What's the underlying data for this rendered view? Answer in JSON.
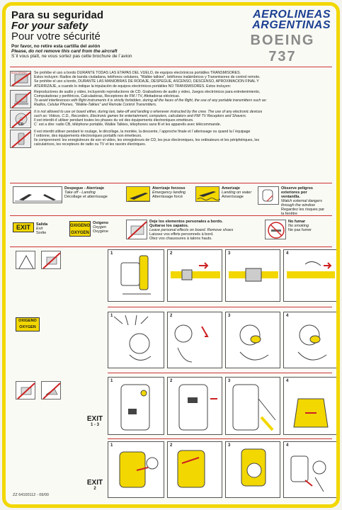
{
  "header": {
    "title_es": "Para su seguridad",
    "title_en": "For your safety",
    "title_fr": "Pour votre sécurité",
    "note_es": "Por favor, no retire esta cartilla del avión",
    "note_en": "Please, do not remove this card from the aircraft",
    "note_fr": "S´il vous plaît, ne vous sortez pas cette brochure de l´avion"
  },
  "brand": {
    "line1": "AEROLINEAS",
    "line2": "ARGENTINAS",
    "model": "BOEING 737"
  },
  "electronics": {
    "es_1": "Se prohibe el uso a bordo DURANTE TODAS LAS ETAPAS DEL VUELO, de equipos electrónicos portátiles TRANSMISORES.",
    "es_1b": "Estos incluyen: Radios de banda ciudadana, teléfonos celulares, \"Walkie talkies\", teléfonos inalámbricos y Transmisores de control remoto.",
    "es_2": "Se prohibe el uso a bordo, DURANTE LAS MANIOBRAS DE RODAJE, DESPEGUE, ASCENSO, DESCENSO, APROXIMACION FINAL Y",
    "es_2b": "ATERRIZAJE, a cuando lo indique la tripulación de equipos electrónicos portátiles NO TRANSMISORES. Estos incluyen:",
    "es_2c": "Reproductores de audio y video, incluyendo reproductores de CD. Grabadores de audio y video, Juegos electrónicos para entretenimiento,",
    "es_2d": "Computadoras y periféricos, Calculadoras, Receptores de FM / TV, Afeitadoras eléctricas.",
    "en_1": "To avoid interferences with flight instruments it is strictly forbidden, during all the faces of the flight, the use of any portable transmitters such as:",
    "en_1b": "Radios, Celular Phones, \"Walkie-Talkies\" and Remote Control Transmitters.",
    "en_2": "It is not allowed to use on board either, during taxi, take-off and landing o whenever instructed by the crew. The use of any electronic devices",
    "en_2b": "such as: Videos, C.D., Recorders, Electronic games for entertainment, computers, calculators and FM/ TV Receptors and Shavers.",
    "fr_1": "Il est interdit d´utiliser pendant toutes les phases du vol des équipements électroniques emetteurs.",
    "fr_1b": "C´ est a dire: radio CB, téléphone portable, Walkie Talkies, télephones sans fil et les appareils avec télécommande.",
    "fr_2": "Il est interdit utiliser pendant le roulage, le décollage, la montée, la descente, l´approche finale et l´atterissage ou quand la l´équipage",
    "fr_2b": "l´ordonne, des équipements électroniques portatifs non émetteurs.",
    "fr_2c": "Ils comprennent: les enregistreurs de son et video, les enregistreurs de CD, les jeux électroniques, les ordinateurs et les périphériques, les",
    "fr_2d": "calculatrices, les recepteurs de radio ou TV et les rasoirs électriques.",
    "icon1_label": "ELECTRONIC",
    "icon2_label": "CD"
  },
  "phases": {
    "p1_es": "Despegue - Aterrizaje",
    "p1_en": "Take off - Landing",
    "p1_fr": "Décollage et atterrissage",
    "p2_es": "Aterrizaje forzoso",
    "p2_en": "Emergency landing",
    "p2_fr": "Atterrissage forcé",
    "p3_es": "Amerizaje",
    "p3_en": "Landing on water",
    "p3_fr": "Amerrissage",
    "p4_es": "Observe peligros exteriores por ventanilla.",
    "p4_en": "Watch external dangers through the window",
    "p4_fr": "Regardez les risques par la fenêtre"
  },
  "signs": {
    "exit_box": "EXIT",
    "exit_es": "Salida",
    "exit_en": "Exit",
    "exit_fr": "Sortie",
    "oxy_box1": "OXIGENO",
    "oxy_box2": "OXYGEN",
    "oxy_es": "Oxigeno",
    "oxy_en": "Oxygen",
    "oxy_fr": "Oxygène",
    "items_es": "Deje los elementos personales a bordo.",
    "items_es2": "Quitarse los zapatos.",
    "items_en": "Leave personal effects on board. Remove shoes",
    "items_fr": "Laissez vos effets personnels à bord.",
    "items_fr2": "Otez vos chaussures à talons hauts.",
    "smoke_es": "No fumar",
    "smoke_en": "No smoking",
    "smoke_fr": "Ne pas fumer"
  },
  "steps": {
    "n1": "1",
    "n2": "2",
    "n3": "3",
    "n4": "4"
  },
  "oxygen_row": {
    "label1": "OXIGENO",
    "label2": "OXYGEN"
  },
  "exit_rows": {
    "exit1_label": "EXIT",
    "exit1_sub": "1 - 3",
    "exit2_label": "EXIT",
    "exit2_sub": "2"
  },
  "footer": {
    "code": "ZZ 64100112 - 09/00"
  },
  "colors": {
    "yellow": "#f2d700",
    "navy": "#1b3f92",
    "red": "#cc2222"
  }
}
